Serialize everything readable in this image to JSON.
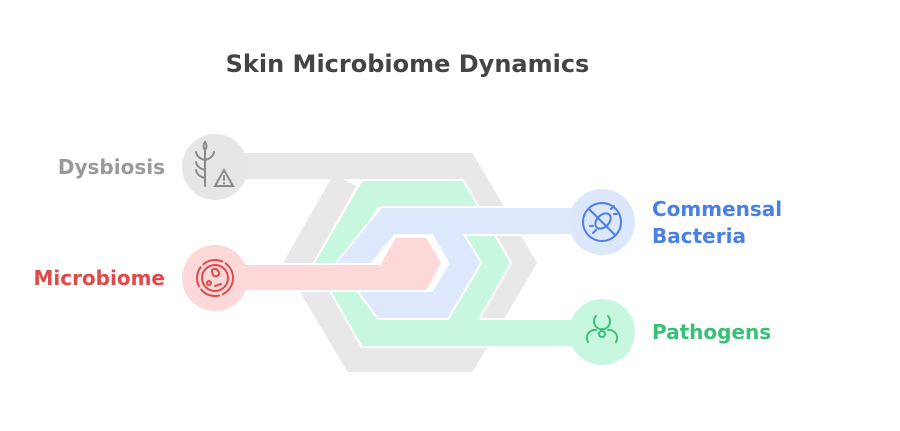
{
  "title": "Skin Microbiome Dynamics",
  "nodes": {
    "dysbiosis": {
      "label": "Dysbiosis",
      "icon": "plant-warning-icon",
      "color": "#9a9a9a"
    },
    "microbiome": {
      "label": "Microbiome",
      "icon": "petri-dish-icon",
      "color": "#e0494a"
    },
    "commensal": {
      "label_line1": "Commensal",
      "label_line2": "Bacteria",
      "icon": "no-bacteria-icon",
      "color": "#4a7fe6"
    },
    "pathogens": {
      "label": "Pathogens",
      "icon": "biohazard-icon",
      "color": "#38c077"
    }
  }
}
